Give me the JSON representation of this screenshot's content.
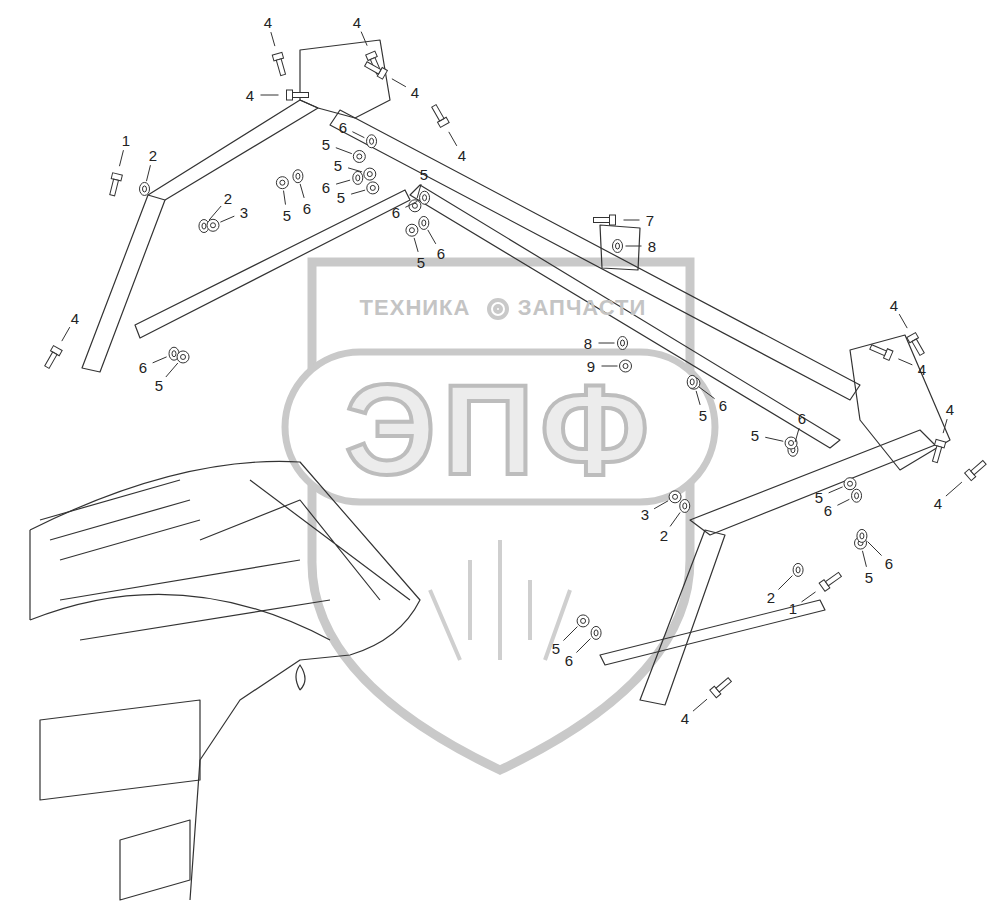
{
  "diagram": {
    "labels": [
      "4",
      "4",
      "4",
      "4",
      "4",
      "1",
      "2",
      "6",
      "5",
      "5",
      "6",
      "5",
      "2",
      "3",
      "5",
      "6",
      "5",
      "6",
      "5",
      "6",
      "4",
      "6",
      "5",
      "7",
      "8",
      "8",
      "9",
      "4",
      "4",
      "4",
      "4",
      "6",
      "5",
      "5",
      "6",
      "5",
      "6",
      "3",
      "2",
      "5",
      "6",
      "2",
      "1",
      "5",
      "6",
      "4",
      "ТЕХНИКА",
      "ЗАПЧАСТИ",
      "ЭПФ"
    ]
  }
}
